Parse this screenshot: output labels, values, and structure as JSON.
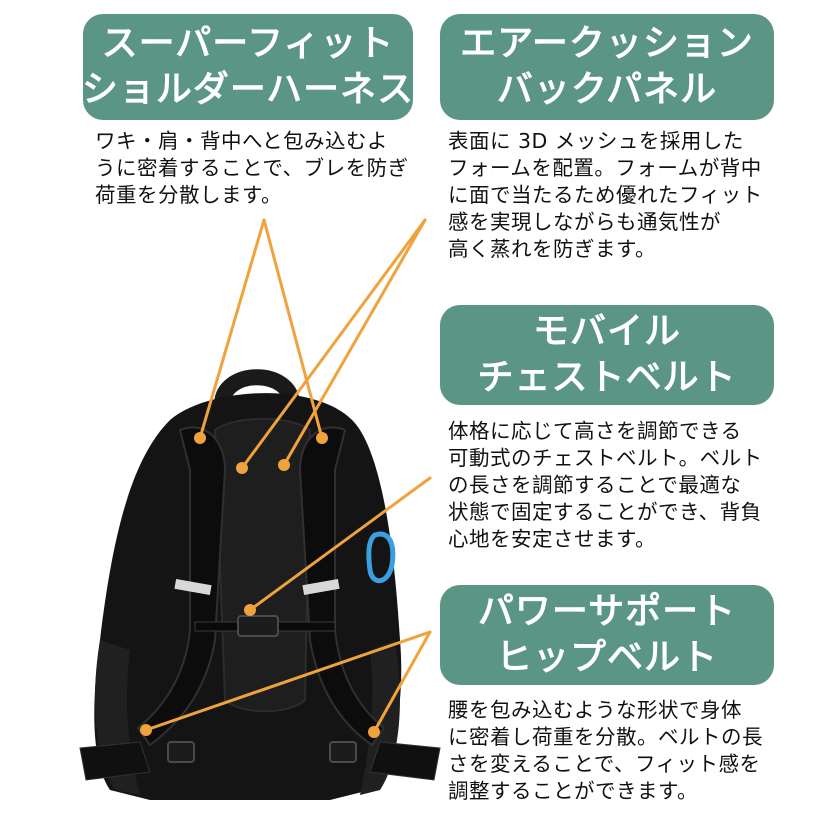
{
  "sections": [
    {
      "title_lines": [
        "スーパーフィット",
        "ショルダーハーネス"
      ],
      "desc_lines": [
        "ワキ・肩・背中へと包み込むよ",
        "うに密着することで、ブレを防ぎ",
        "荷重を分散します。"
      ]
    },
    {
      "title_lines": [
        "エアークッション",
        "バックパネル"
      ],
      "desc_lines": [
        "表面に 3D メッシュを採用した",
        "フォームを配置。フォームが背中",
        "に面で当たるため優れたフィット",
        "感を実現しながらも通気性が",
        "高く蒸れを防ぎます。"
      ]
    },
    {
      "title_lines": [
        "モバイル",
        "チェストベルト"
      ],
      "desc_lines": [
        "体格に応じて高さを調節できる",
        "可動式のチェストベルト。ベルト",
        "の長さを調節することで最適な",
        "状態で固定することができ、背負",
        "心地を安定させます。"
      ]
    },
    {
      "title_lines": [
        "パワーサポート",
        "ヒップベルト"
      ],
      "desc_lines": [
        "腰を包み込むような形状で身体",
        "に密着し荷重を分散。ベルトの長",
        "さを変えることで、フィット感を",
        "調整することができます。"
      ]
    }
  ],
  "colors": {
    "badge": "#5a9585",
    "accent": "#f0a23c",
    "backpack": "#141414"
  }
}
